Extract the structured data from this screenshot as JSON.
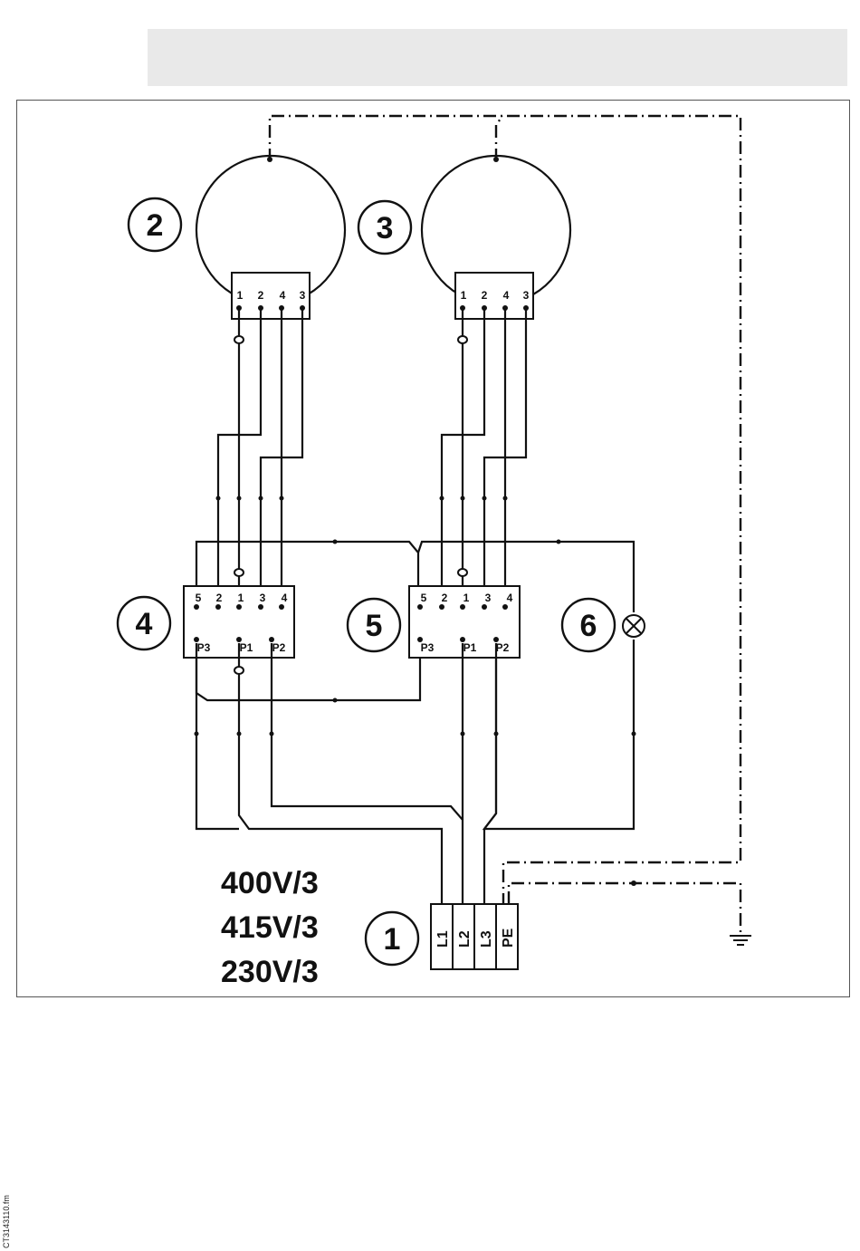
{
  "motor_2": {
    "callout": "2",
    "terminals": [
      "1",
      "2",
      "4",
      "3"
    ]
  },
  "motor_3": {
    "callout": "3",
    "terminals": [
      "1",
      "2",
      "4",
      "3"
    ]
  },
  "switch_4": {
    "callout": "4",
    "top_terminals": [
      "5",
      "2",
      "1",
      "3",
      "4"
    ],
    "bottom_terminals": [
      "P3",
      "P1",
      "P2"
    ]
  },
  "switch_5": {
    "callout": "5",
    "top_terminals": [
      "5",
      "2",
      "1",
      "3",
      "4"
    ],
    "bottom_terminals": [
      "P3",
      "P1",
      "P2"
    ]
  },
  "lamp": {
    "callout": "6"
  },
  "supply": {
    "callout": "1",
    "terminals": [
      "L1",
      "L2",
      "L3",
      "PE"
    ]
  },
  "voltages": [
    "400V/3",
    "415V/3",
    "230V/3"
  ],
  "file_reference": "CT3143110.fm"
}
